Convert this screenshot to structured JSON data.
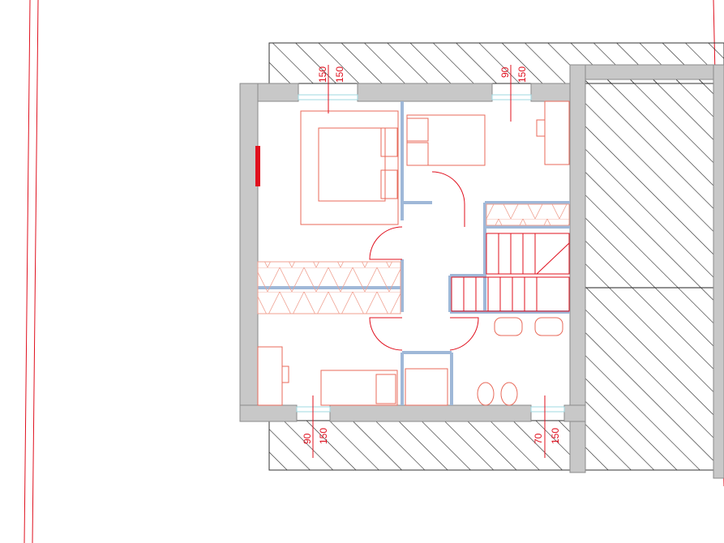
{
  "dimensions": {
    "top_left_a": "150",
    "top_left_b": "150",
    "top_right_a": "90",
    "top_right_b": "150",
    "bottom_left_a": "90",
    "bottom_left_b": "150",
    "bottom_right_a": "70",
    "bottom_right_b": "150"
  },
  "colors": {
    "wall": "#c8c8c8",
    "furniture": "#e86a5a",
    "partition": "#9fb8d8",
    "dimension": "#e0101e"
  }
}
